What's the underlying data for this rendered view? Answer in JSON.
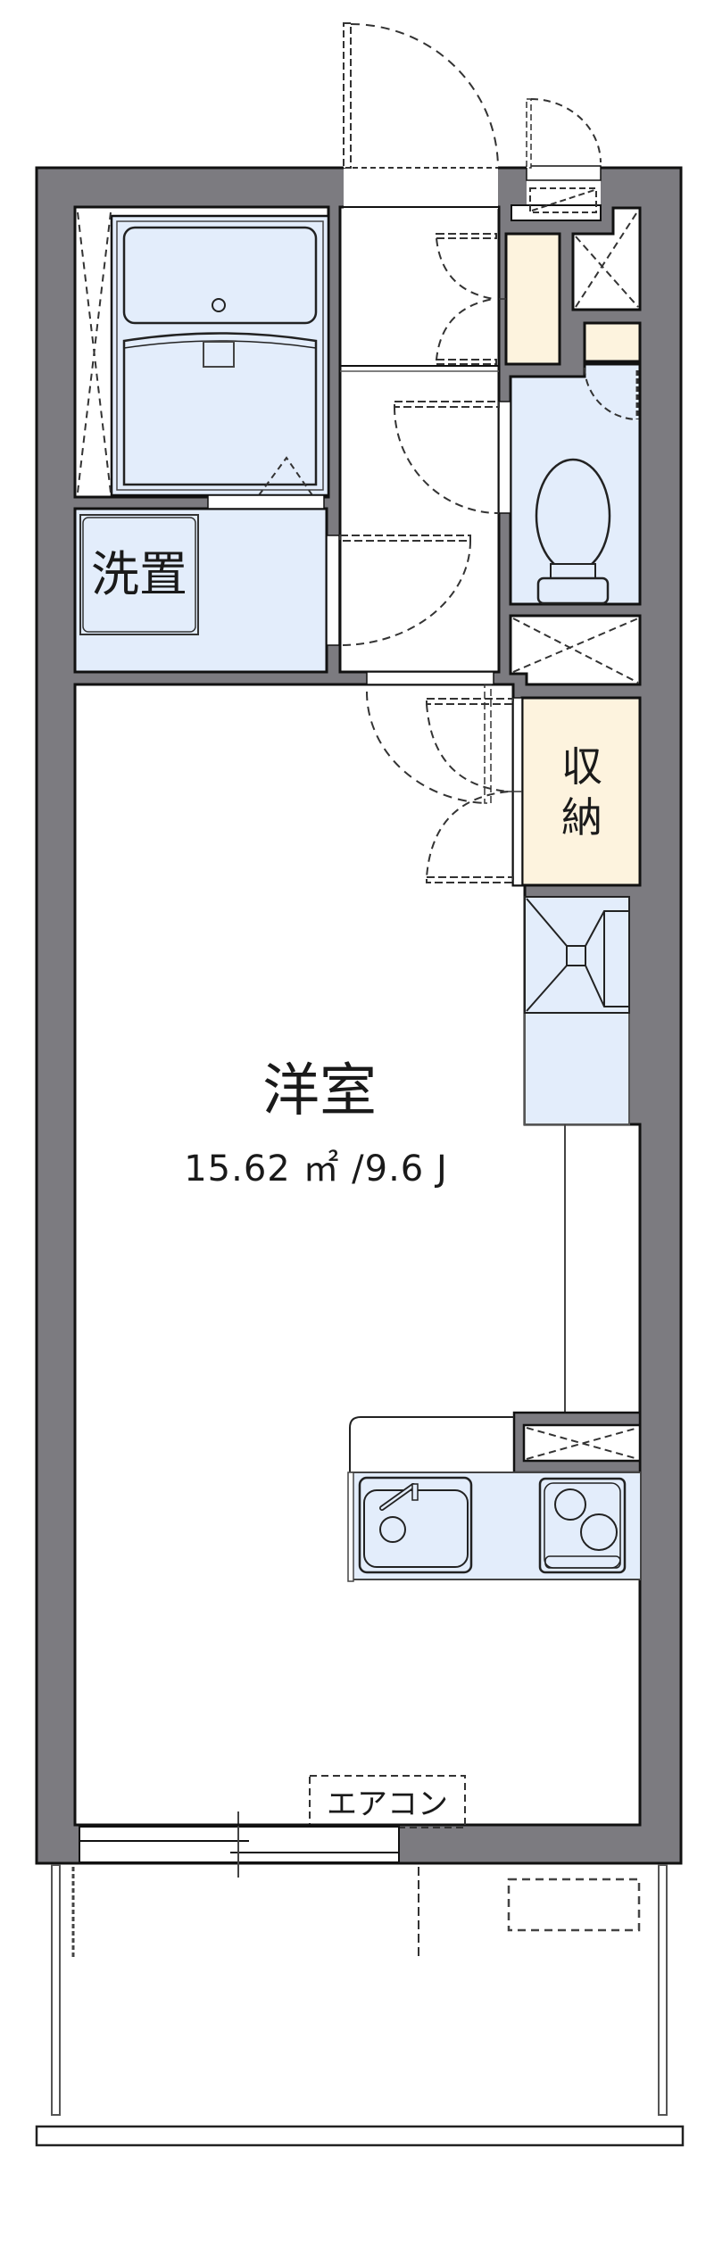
{
  "floor_plan": {
    "colors": {
      "wall": "#7c7b80",
      "wet_area": "#e3edfb",
      "storage": "#fdf3de",
      "line": "#111111",
      "dashed": "#333333",
      "background": "#ffffff"
    },
    "rooms": {
      "main_room": {
        "name": "洋室",
        "area": "15.62 ㎡ /9.6 J"
      },
      "washroom": {
        "label": "洗置"
      },
      "storage": {
        "label_line1": "収",
        "label_line2": "納"
      },
      "aircon": {
        "label": "エアコン"
      }
    },
    "fixtures": [
      "unit-bath",
      "washing-machine-space",
      "entrance",
      "shoe-cabinet",
      "toilet",
      "pipe-shaft",
      "closet",
      "refrigerator-space",
      "kitchen-sink",
      "two-burner-stove",
      "window",
      "balcony",
      "outdoor-ac-unit"
    ]
  }
}
